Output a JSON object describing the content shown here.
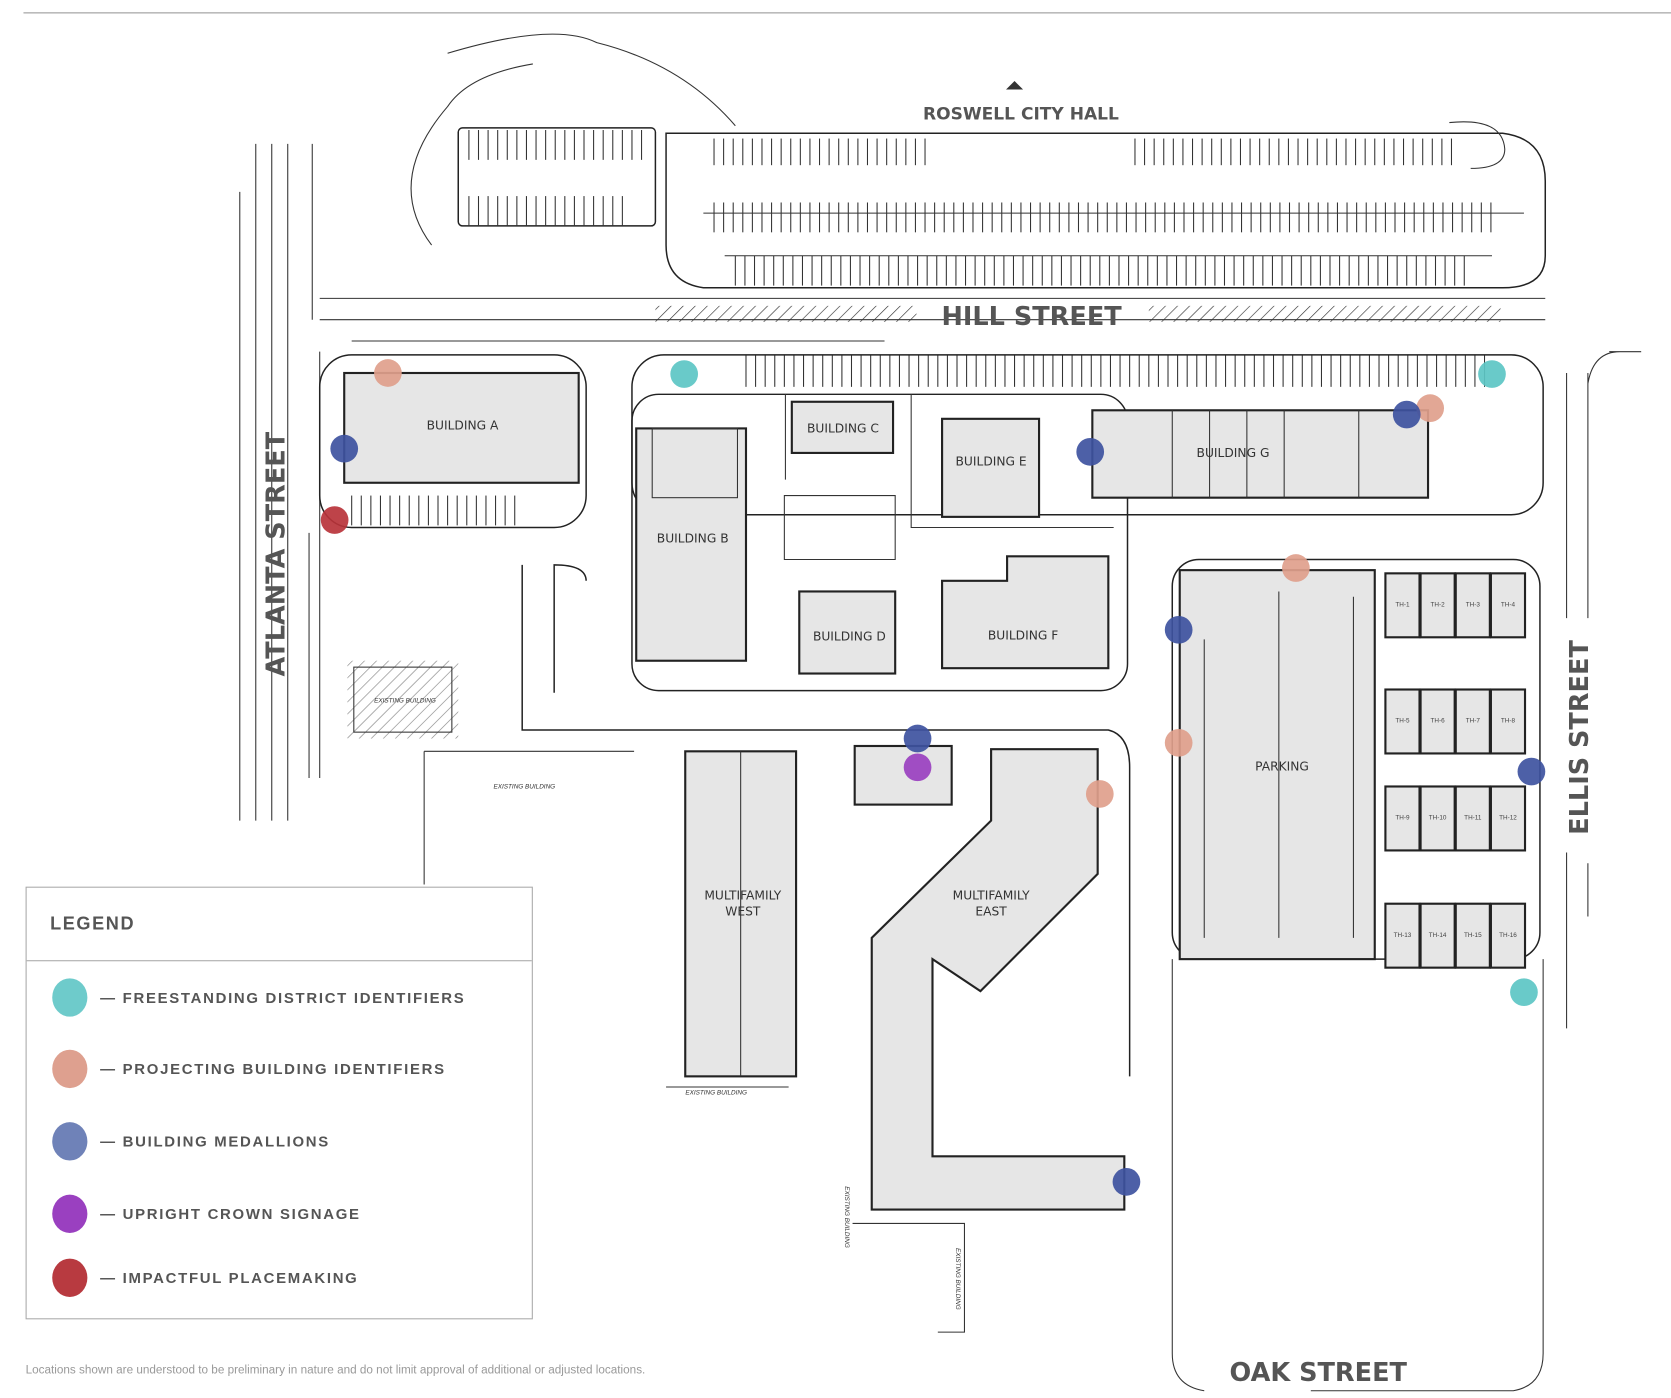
{
  "map": {
    "landmark": "ROSWELL CITY HALL",
    "streets": {
      "hill": "HILL STREET",
      "atlanta": "ATLANTA STREET",
      "ellis": "ELLIS STREET",
      "oak": "OAK STREET"
    },
    "buildings": {
      "a": "BUILDING A",
      "b": "BUILDING B",
      "c": "BUILDING C",
      "d": "BUILDING D",
      "e": "BUILDING E",
      "f": "BUILDING F",
      "g": "BUILDING G",
      "parking": "PARKING",
      "mf_west_1": "MULTIFAMILY",
      "mf_west_2": "WEST",
      "mf_east_1": "MULTIFAMILY",
      "mf_east_2": "EAST"
    },
    "existing_building": "EXISTING BUILDING",
    "townhomes": [
      "TH-1",
      "TH-2",
      "TH-3",
      "TH-4",
      "TH-5",
      "TH-6",
      "TH-7",
      "TH-8",
      "TH-9",
      "TH-10",
      "TH-11",
      "TH-12",
      "TH-13",
      "TH-14",
      "TH-15",
      "TH-16"
    ]
  },
  "legend": {
    "title": "LEGEND",
    "items": [
      {
        "label": "— FREESTANDING DISTRICT IDENTIFIERS",
        "color": "#6ecbcb"
      },
      {
        "label": "— PROJECTING BUILDING IDENTIFIERS",
        "color": "#dea08f"
      },
      {
        "label": "— BUILDING MEDALLIONS",
        "color": "#6f82b8"
      },
      {
        "label": "— UPRIGHT CROWN SIGNAGE",
        "color": "#9a40c0"
      },
      {
        "label": "— IMPACTFUL PLACEMAKING",
        "color": "#b83a40"
      }
    ],
    "marker_colors": {
      "freestanding": "#5cc6c4",
      "projecting": "#e0a08c",
      "medallion": "#3e52a0",
      "crown": "#9a40c0",
      "placemaking": "#b8333a"
    }
  },
  "disclaimer": "Locations shown are understood to be preliminary in nature and do not limit approval of additional or adjusted locations."
}
